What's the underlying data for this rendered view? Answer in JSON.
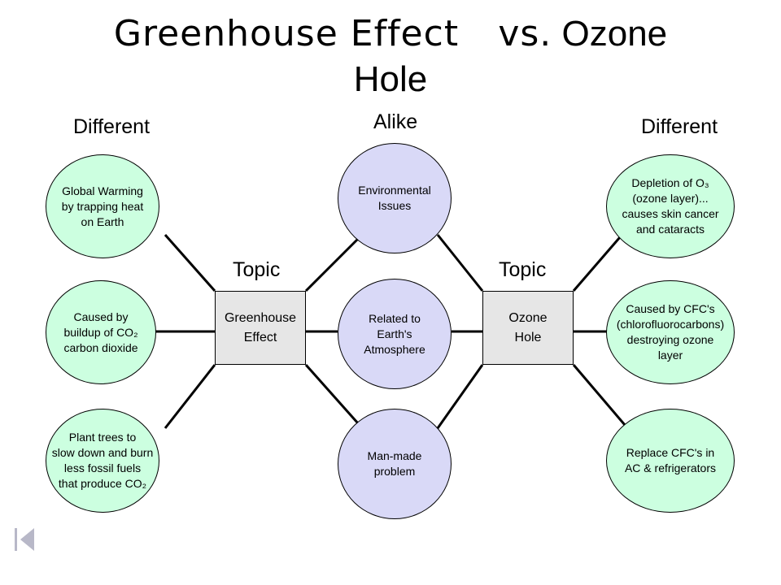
{
  "title": {
    "line1_a": "Greenhouse Effect",
    "line1_b": "vs.",
    "line1_c": "Ozone",
    "line2": "Hole"
  },
  "headings": {
    "left": "Different",
    "center": "Alike",
    "right": "Different",
    "topic_left": "Topic",
    "topic_right": "Topic"
  },
  "topics": {
    "left": [
      "Greenhouse",
      "Effect"
    ],
    "right": [
      "Ozone",
      "Hole"
    ]
  },
  "left_ovals": [
    [
      "Global Warming",
      "by trapping heat",
      "on Earth"
    ],
    [
      "Caused by",
      "buildup of CO₂",
      "carbon dioxide"
    ],
    [
      "Plant trees to",
      "slow down and burn",
      "less fossil fuels",
      "that produce CO₂"
    ]
  ],
  "center_ovals": [
    [
      "Environmental",
      "Issues"
    ],
    [
      "Related to",
      "Earth's",
      "Atmosphere"
    ],
    [
      "Man-made",
      "problem"
    ]
  ],
  "right_ovals": [
    [
      "Depletion of O₃",
      "(ozone layer)...",
      "causes skin cancer",
      "and cataracts"
    ],
    [
      "Caused by CFC's",
      "(chlorofluorocarbons)",
      "destroying ozone",
      "layer"
    ],
    [
      "Replace CFC's in",
      "AC & refrigerators"
    ]
  ],
  "colors": {
    "different_oval": "#ccffe0",
    "alike_oval": "#d9d9f7",
    "topic_box": "#e6e6e6"
  },
  "icons": {
    "nav": "back-to-start-icon"
  }
}
